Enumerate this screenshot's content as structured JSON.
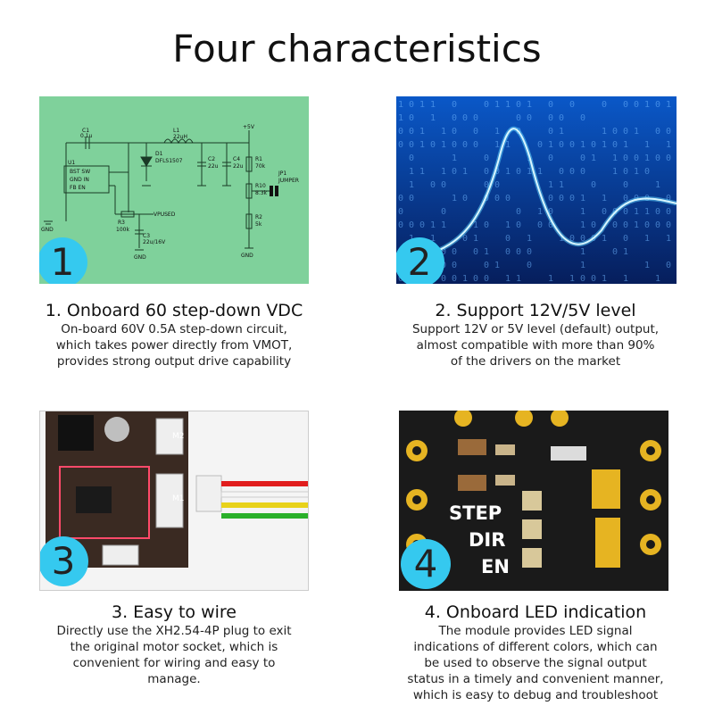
{
  "title": "Four characteristics",
  "items": [
    {
      "number": "1",
      "heading": "1. Onboard 60 step-down VDC",
      "lines": [
        "On-board 60V 0.5A step-down circuit,",
        "which takes power directly from VMOT,",
        "provides strong output drive capability"
      ],
      "image_labels": {
        "c1": "C1",
        "c1v": "0.1u",
        "l1": "L1",
        "l1v": "22uH",
        "u1": "U1",
        "bst": "BST SW",
        "gnd": "GND IN",
        "fb": "FB EN",
        "d": "D1",
        "dv": "DFLS1507",
        "c2": "C2",
        "c2v": "22u",
        "c4": "C4",
        "c4v": "22u",
        "r1": "R1",
        "r1v": "70k",
        "r10": "R10",
        "r10v": "8.3k",
        "r2": "R2",
        "r2v": "5k",
        "r3": "R3",
        "r3v": "100k",
        "c3": "C3",
        "c3v": "22u/16V",
        "vp": "VPUSED",
        "p5v": "+5V",
        "jp": "JP1",
        "jpl": "JUMPER",
        "g": "GND"
      }
    },
    {
      "number": "2",
      "heading": "2. Support 12V/5V level",
      "lines": [
        "Support 12V or 5V level (default) output,",
        "almost compatible with more than 90%",
        "of the drivers on the market"
      ]
    },
    {
      "number": "3",
      "heading": "3. Easy to wire",
      "lines": [
        "Directly use the XH2.54-4P plug to exit",
        "the original motor socket, which is",
        "convenient for wiring and easy to",
        "manage."
      ],
      "image_labels": {
        "m1": "M1",
        "m2": "M2"
      }
    },
    {
      "number": "4",
      "heading": "4. Onboard LED indication",
      "lines": [
        "The module provides LED signal",
        "indications of different colors, which can",
        "be used to observe the signal output",
        "status in a timely and convenient manner,",
        "which is easy to debug and troubleshoot"
      ],
      "image_labels": {
        "step": "STEP",
        "dir": "DIR",
        "en": "EN"
      }
    }
  ],
  "colors": {
    "circuit_bg": "#7fd19b",
    "wave_bg": "#0d3a8f",
    "wave": "#5fd6ff",
    "badge": "#35c9ef"
  }
}
